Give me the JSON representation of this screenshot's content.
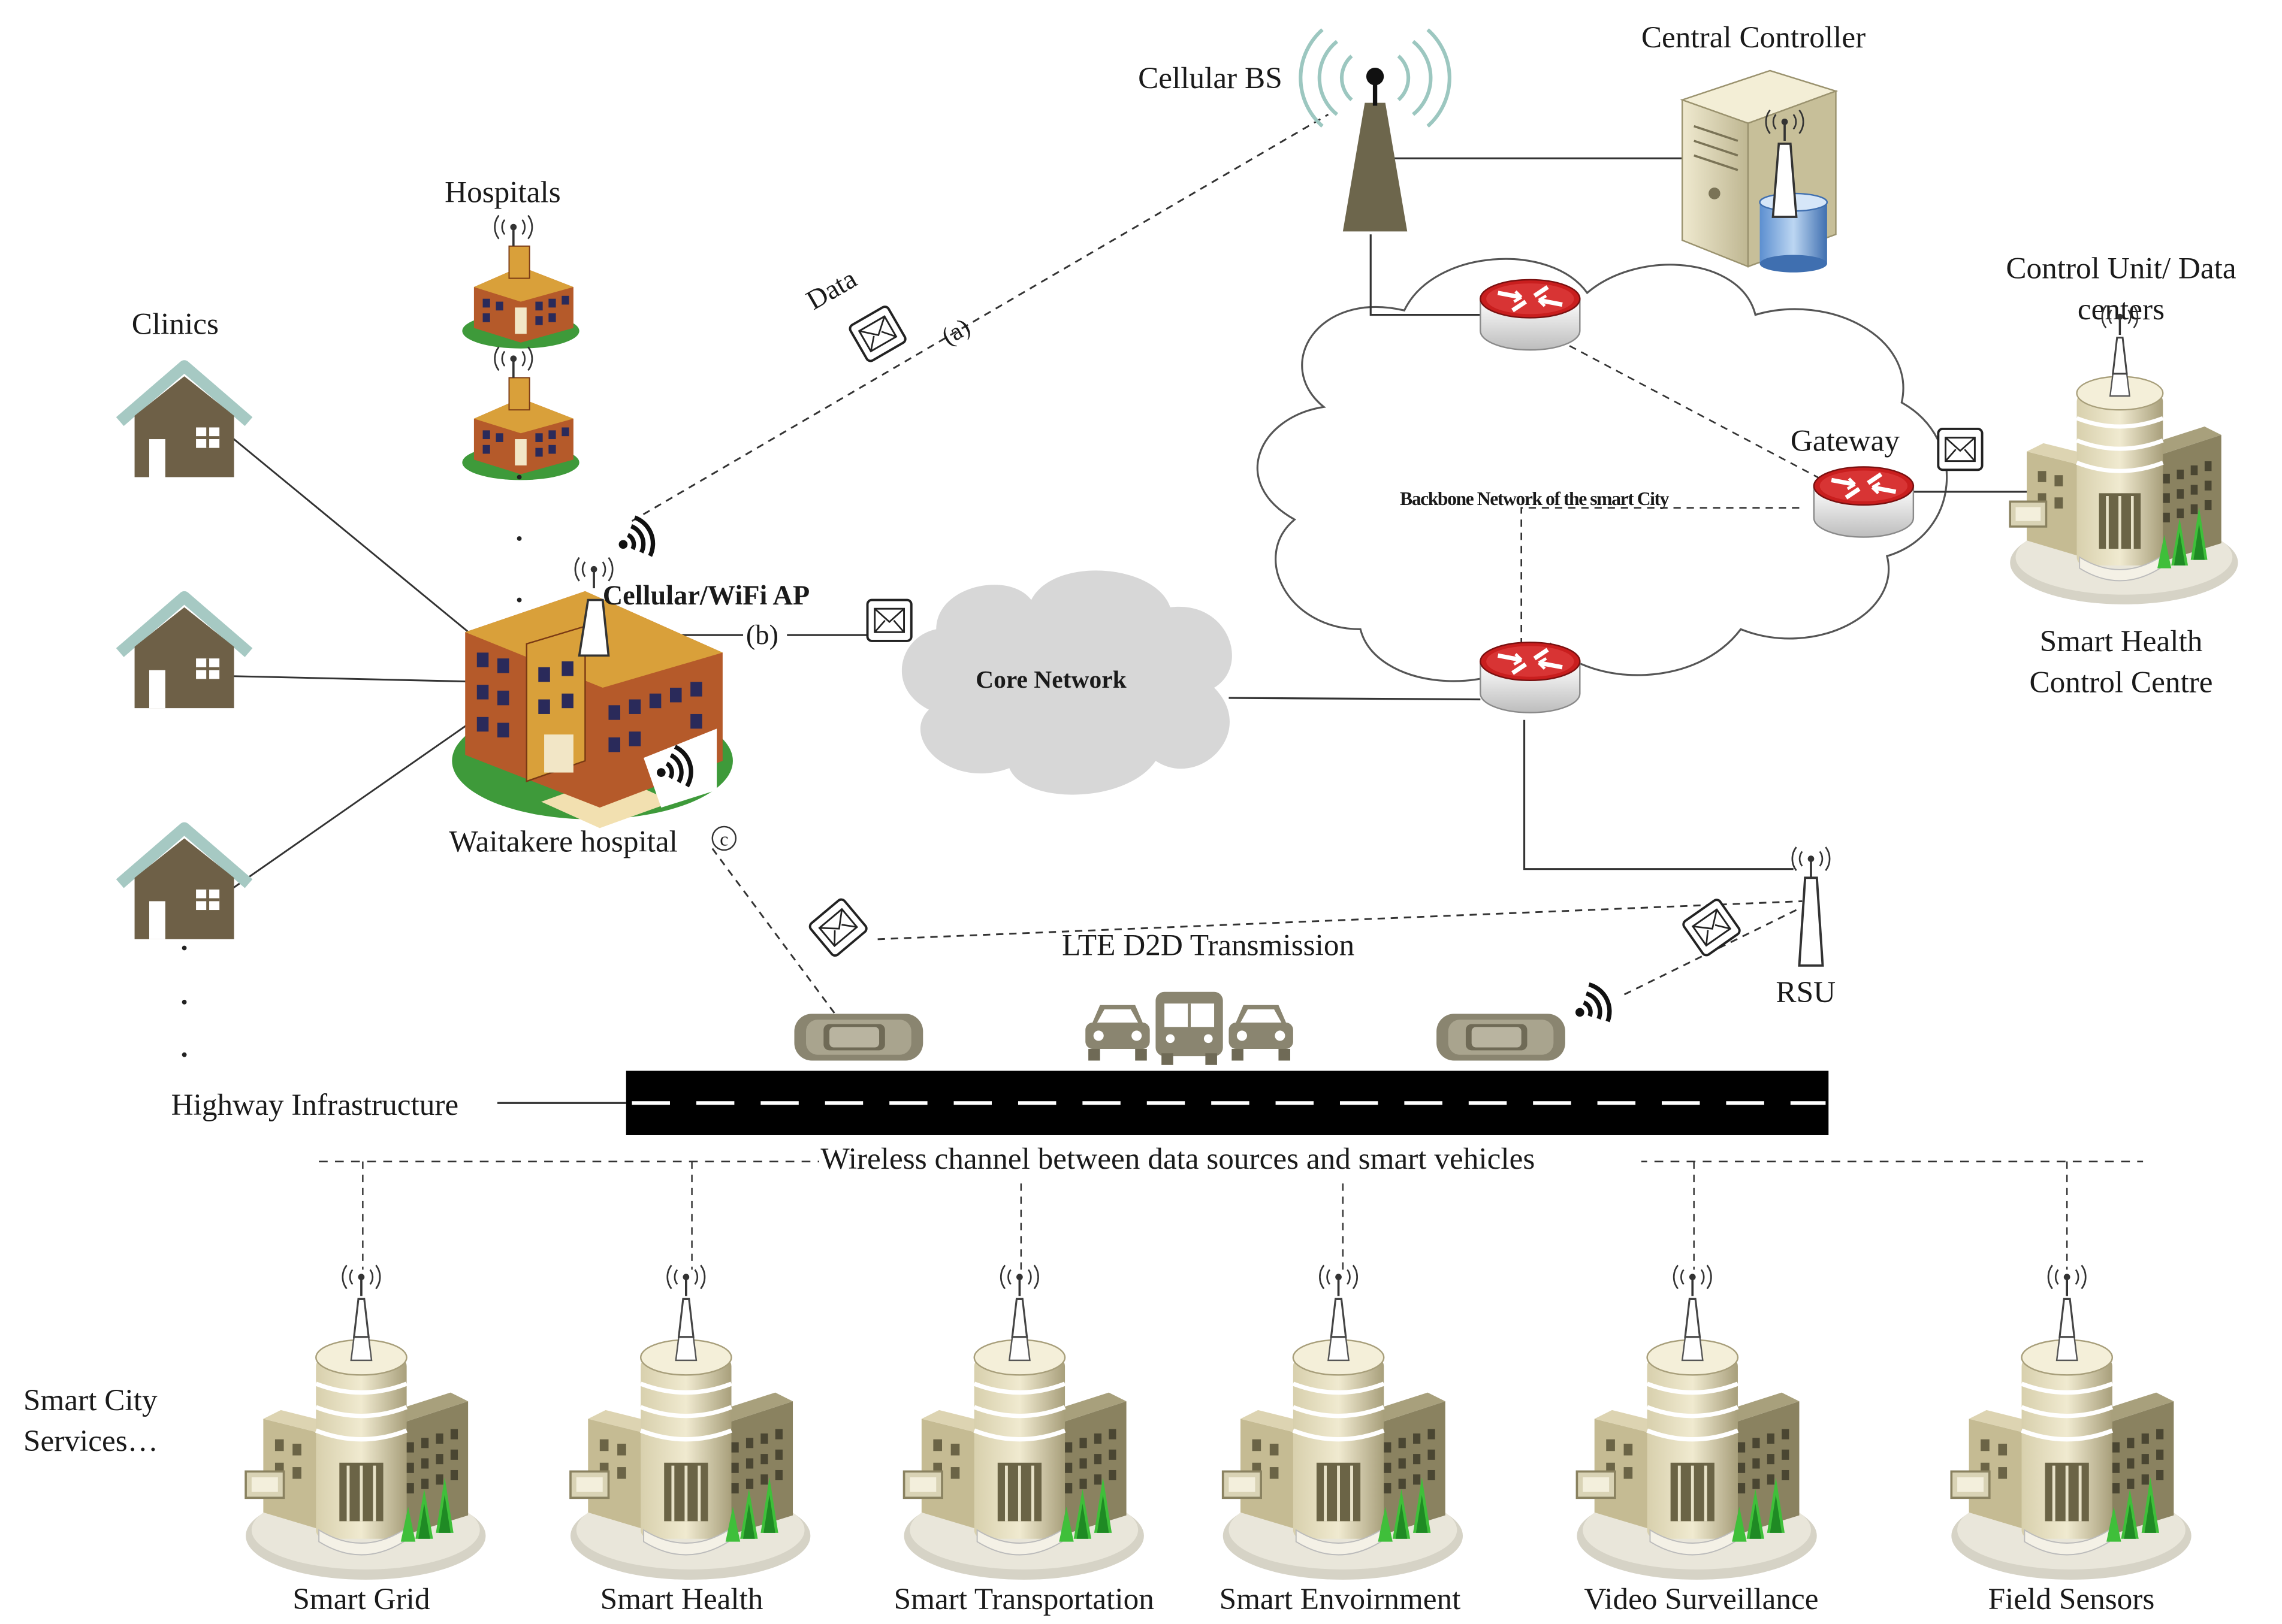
{
  "labels": {
    "cellular_bs": "Cellular BS",
    "central_controller": "Central Controller",
    "hospitals": "Hospitals",
    "clinics": "Clinics",
    "data": "Data",
    "link_a": "(a)",
    "link_b": "(b)",
    "link_c": "c",
    "cellular_wifi_ap": "Cellular/WiFi AP",
    "waitakere_hospital": "Waitakere hospital",
    "core_network": "Core Network",
    "backbone_network": "Backbone Network of the smart City",
    "gateway": "Gateway",
    "control_unit_line1": "Control Unit/ Data",
    "control_unit_line2": "centers",
    "smart_health_control_line1": "Smart Health",
    "smart_health_control_line2": "Control Centre",
    "lte_d2d": "LTE D2D Transmission",
    "rsu": "RSU",
    "highway_infrastructure": "Highway Infrastructure",
    "wireless_channel": "Wireless channel between data sources and smart vehicles",
    "smart_city_services_line1": "Smart City",
    "smart_city_services_line2": "Services…"
  },
  "services": [
    "Smart Grid",
    "Smart Health",
    "Smart Transportation",
    "Smart Envoirnment",
    "Video Surveillance",
    "Field Sensors"
  ],
  "colors": {
    "building_tan": "#c9bd92",
    "building_dark": "#7c7456",
    "house": "#6e6047",
    "roof": "#a6c9c3",
    "hospital_brick": "#b55a2a",
    "hospital_roof": "#d9a03a",
    "router_red": "#cc1f1f",
    "grass": "#3e9a3a",
    "cloud": "#d7d7d7",
    "signal": "#9cc7c0"
  }
}
